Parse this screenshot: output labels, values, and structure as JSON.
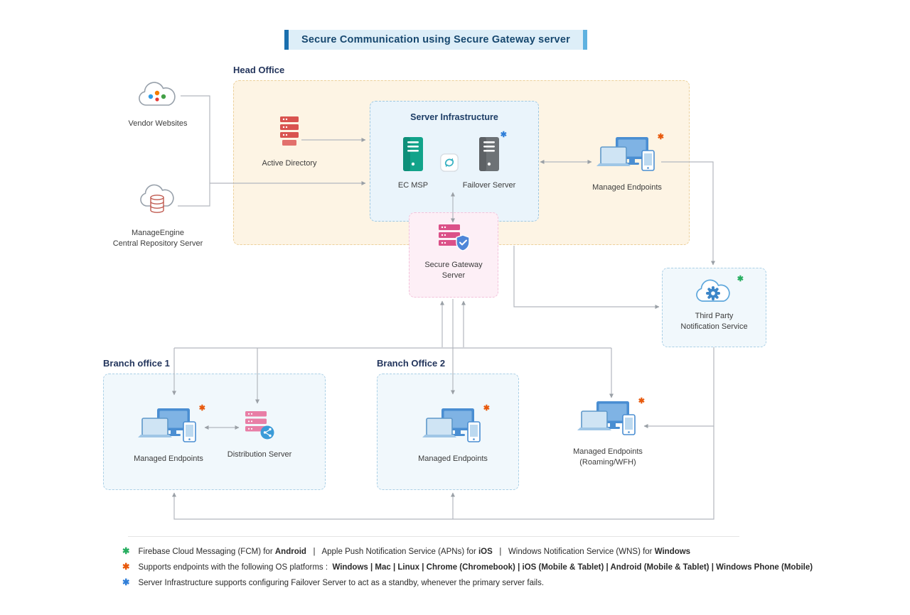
{
  "title": "Secure Communication using Secure Gateway server",
  "groups": {
    "head_office": {
      "label": "Head Office"
    },
    "server_infrastructure": {
      "label": "Server Infrastructure"
    },
    "branch1": {
      "label": "Branch office 1"
    },
    "branch2": {
      "label": "Branch Office 2"
    }
  },
  "nodes": {
    "vendor_websites": {
      "label": "Vendor Websites"
    },
    "central_repository": {
      "line1": "ManageEngine",
      "line2": "Central Repository Server"
    },
    "active_directory": {
      "label": "Active Directory"
    },
    "ec_msp": {
      "label": "EC MSP"
    },
    "failover_server": {
      "label": "Failover Server",
      "marker": "✱"
    },
    "managed_endpoints_head_office": {
      "label": "Managed Endpoints",
      "marker": "✱"
    },
    "secure_gateway": {
      "line1": "Secure Gateway",
      "line2": "Server"
    },
    "third_party_notification": {
      "line1": "Third Party",
      "line2": "Notification Service",
      "marker": "✱"
    },
    "managed_endpoints_branch1": {
      "label": "Managed Endpoints",
      "marker": "✱"
    },
    "distribution_server": {
      "label": "Distribution Server"
    },
    "managed_endpoints_branch2": {
      "label": "Managed Endpoints",
      "marker": "✱"
    },
    "managed_endpoints_roaming": {
      "line1": "Managed Endpoints",
      "line2": "(Roaming/WFH)",
      "marker": "✱"
    }
  },
  "footnotes": {
    "fcm": {
      "marker": "✱",
      "t1": "Firebase Cloud Messaging (FCM) for ",
      "b1": "Android",
      "t2": "   |   Apple Push Notification Service (APNs) for ",
      "b2": "iOS",
      "t3": "   |   Windows Notification Service (WNS) for ",
      "b3": "Windows"
    },
    "platforms": {
      "marker": "✱",
      "t1": "Supports endpoints with the following OS platforms :  ",
      "b1": "Windows  |  Mac  |  Linux  |  Chrome (Chromebook)  |  iOS (Mobile & Tablet)  |  Android (Mobile & Tablet)  |  Windows Phone (Mobile)"
    },
    "failover": {
      "marker": "✱",
      "t1": "Server Infrastructure supports configuring Failover Server to act as a standby, whenever the primary server fails."
    }
  }
}
